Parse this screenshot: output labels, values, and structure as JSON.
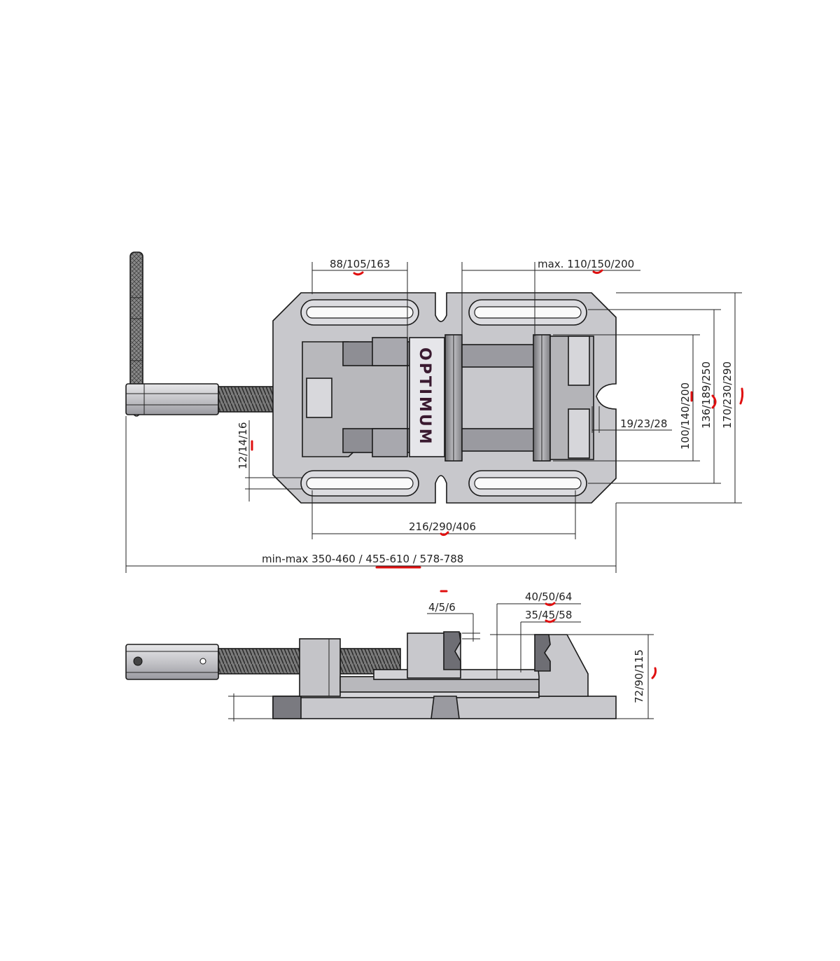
{
  "brand": "OPTIMUM",
  "top_view": {
    "dims": {
      "jaw_width": "88/105/163",
      "max_opening": "max. 110/150/200",
      "slot_width": "12/14/16",
      "inner_height": "100/140/200",
      "slot_depth": "19/23/28",
      "width_mid": "136/189/250",
      "width_total": "170/230/290",
      "slot_spacing": "216/290/406",
      "overall_length": "min-max 350-460 / 455-610 / 578-788"
    }
  },
  "side_view": {
    "dims": {
      "jaw_groove": "4/5/6",
      "jaw_height": "40/50/64",
      "jaw_height_inner": "35/45/58",
      "total_height": "72/90/115"
    }
  },
  "colors": {
    "part_fill": "#c8c8cc",
    "part_dark": "#8e8e94",
    "screw": "#6a6a6a",
    "annotation": "#e01010"
  }
}
